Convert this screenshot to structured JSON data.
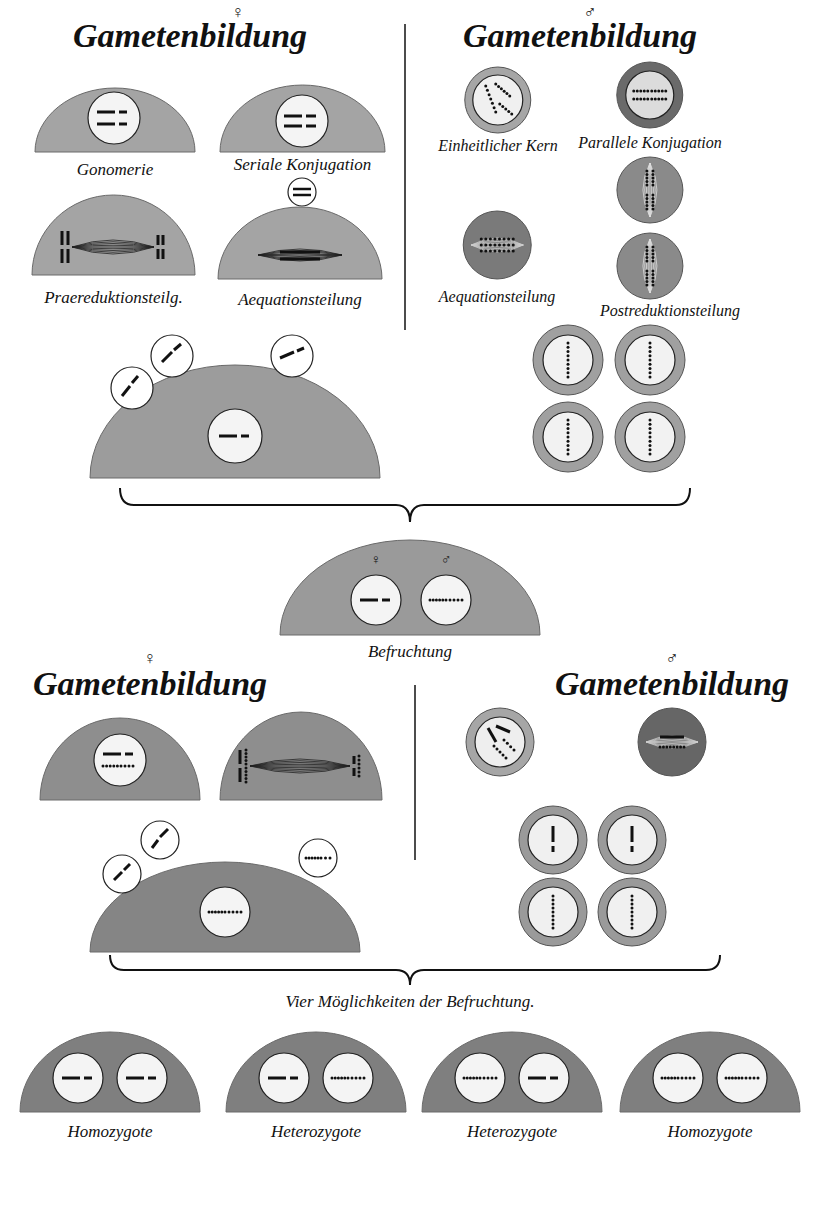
{
  "diagram": {
    "nodes": [
      {
        "text": [
          "Gonomerie"
        ]
      },
      {
        "text": [
          "Seriale Konjugation"
        ]
      },
      {
        "text": [
          "Praereduktionsteilg."
        ]
      },
      {
        "text": [
          "Aequationsteilung"
        ]
      },
      {
        "text": [
          "Einheitlicher Kern"
        ]
      },
      {
        "text": [
          "Parallele Konjugation"
        ]
      },
      {
        "text": [
          "Aequationsteilung"
        ]
      },
      {
        "text": [
          "Postreduktionsteilung"
        ]
      },
      {
        "text": [
          "♀",
          "♂",
          "Befruchtung"
        ]
      },
      {
        "text": [
          "Homozygote"
        ]
      },
      {
        "text": [
          "Heterozygote"
        ]
      },
      {
        "text": [
          "Heterozygote"
        ]
      },
      {
        "text": [
          "Homozygote"
        ]
      }
    ],
    "labels": [
      "♀",
      "Gametenbildung",
      "♂",
      "Gametenbildung",
      "♀",
      "Gametenbildung",
      "♂",
      "Gametenbildung",
      "Vier Möglichkeiten der Befruchtung."
    ]
  }
}
